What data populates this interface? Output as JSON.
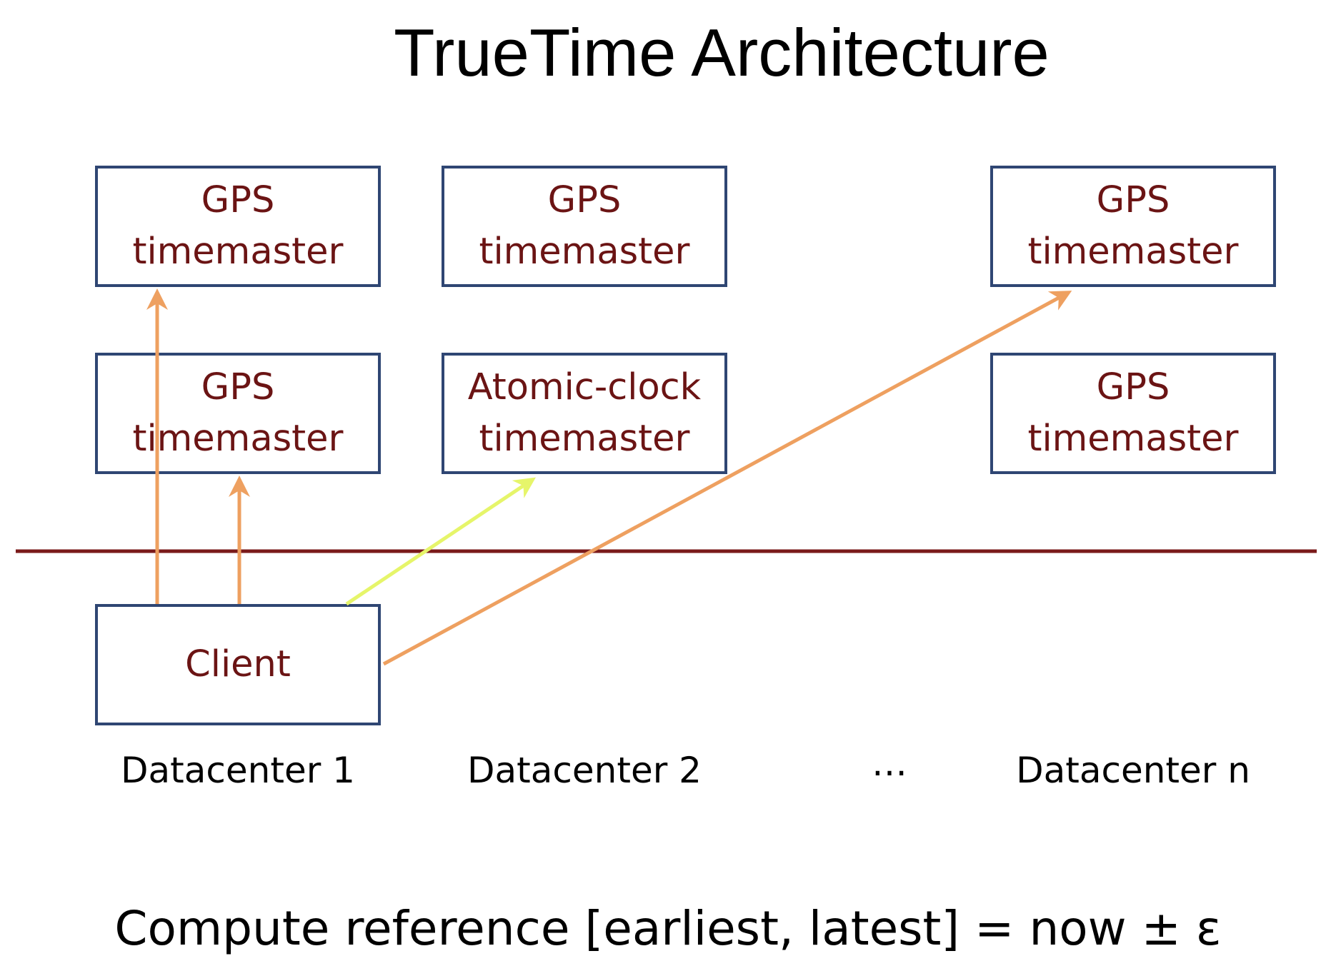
{
  "title": "TrueTime Architecture",
  "boxes": {
    "dc1_top": [
      "GPS",
      "timemaster"
    ],
    "dc1_mid": [
      "GPS",
      "timemaster"
    ],
    "dc2_top": [
      "GPS",
      "timemaster"
    ],
    "dc2_mid": [
      "Atomic-clock",
      "timemaster"
    ],
    "dcn_top": [
      "GPS",
      "timemaster"
    ],
    "dcn_mid": [
      "GPS",
      "timemaster"
    ],
    "client": [
      "Client"
    ]
  },
  "datacenters": [
    "Datacenter 1",
    "Datacenter 2",
    "Datacenter n"
  ],
  "ellipsis": "…",
  "formula": "Compute reference [earliest, latest] = now ± ε",
  "colors": {
    "box_border": "#2f4673",
    "box_text": "#6b1414",
    "separator": "#7a1a1a",
    "arrow_orange": "#eea060",
    "arrow_yellow": "#e6f56a"
  }
}
